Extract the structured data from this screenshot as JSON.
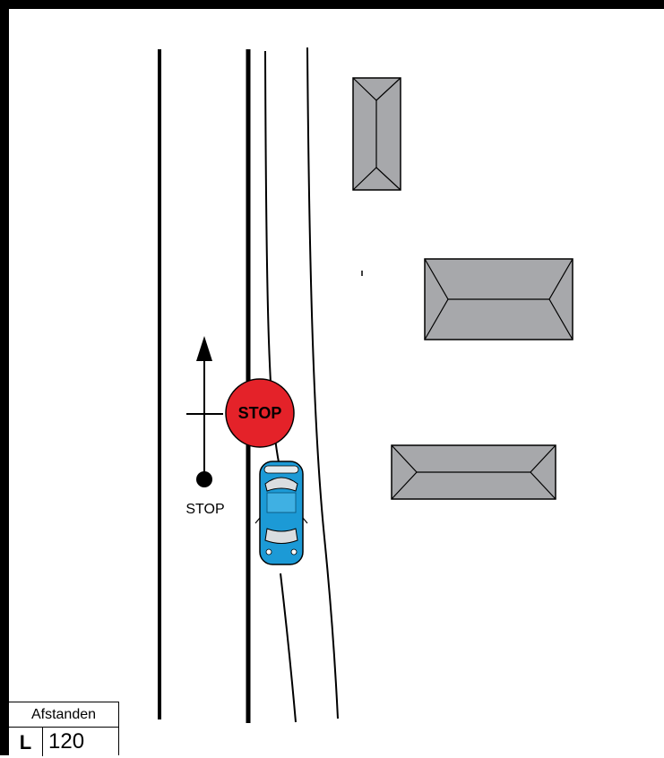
{
  "sign": {
    "text": "STOP",
    "color": "#e42229"
  },
  "marker": {
    "label": "STOP"
  },
  "legend": {
    "title": "Afstanden",
    "letter": "L",
    "value": "120"
  },
  "colors": {
    "building_fill": "#a7a8ab",
    "car_body": "#1c9ad6",
    "road_line": "#000000"
  }
}
